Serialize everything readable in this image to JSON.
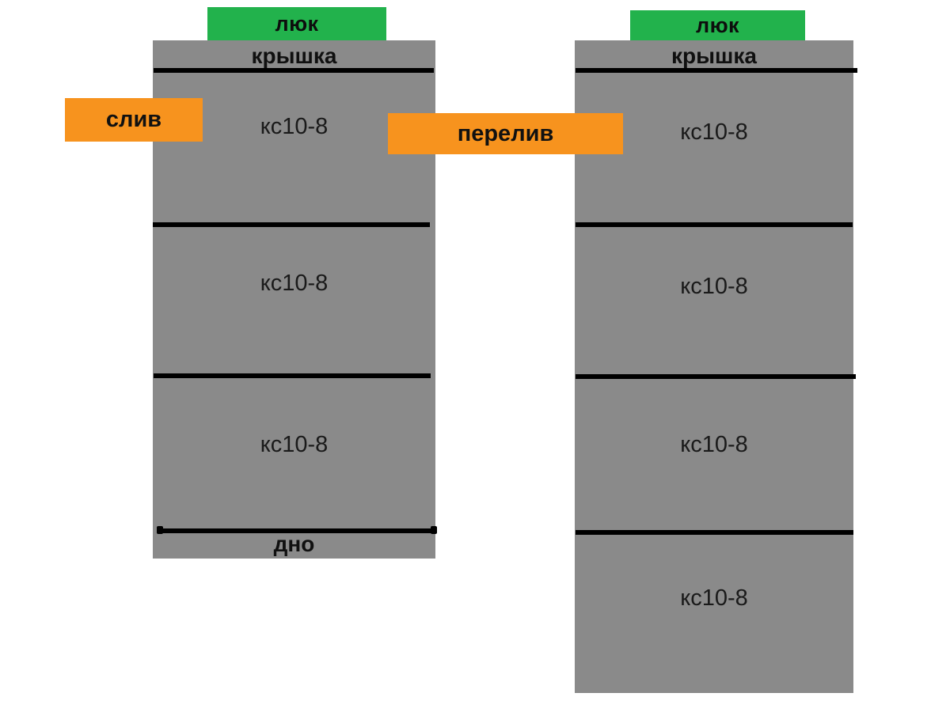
{
  "diagram": {
    "title": "Septic tank sections diagram",
    "colors": {
      "concrete": "#8a8a8a",
      "hatch_green": "#22b24c",
      "pipe_orange": "#f7931e",
      "line_black": "#000000",
      "background": "#ffffff"
    }
  },
  "left_tank": {
    "hatch_label": "люк",
    "cover_label": "крышка",
    "bottom_label": "дно",
    "rings": [
      {
        "label": "кс10-8"
      },
      {
        "label": "кс10-8"
      },
      {
        "label": "кс10-8"
      }
    ]
  },
  "right_tank": {
    "hatch_label": "люк",
    "cover_label": "крышка",
    "rings": [
      {
        "label": "кс10-8"
      },
      {
        "label": "кс10-8"
      },
      {
        "label": "кс10-8"
      },
      {
        "label": "кс10-8"
      }
    ]
  },
  "pipes": {
    "drain_label": "слив",
    "overflow_label": "перелив"
  }
}
